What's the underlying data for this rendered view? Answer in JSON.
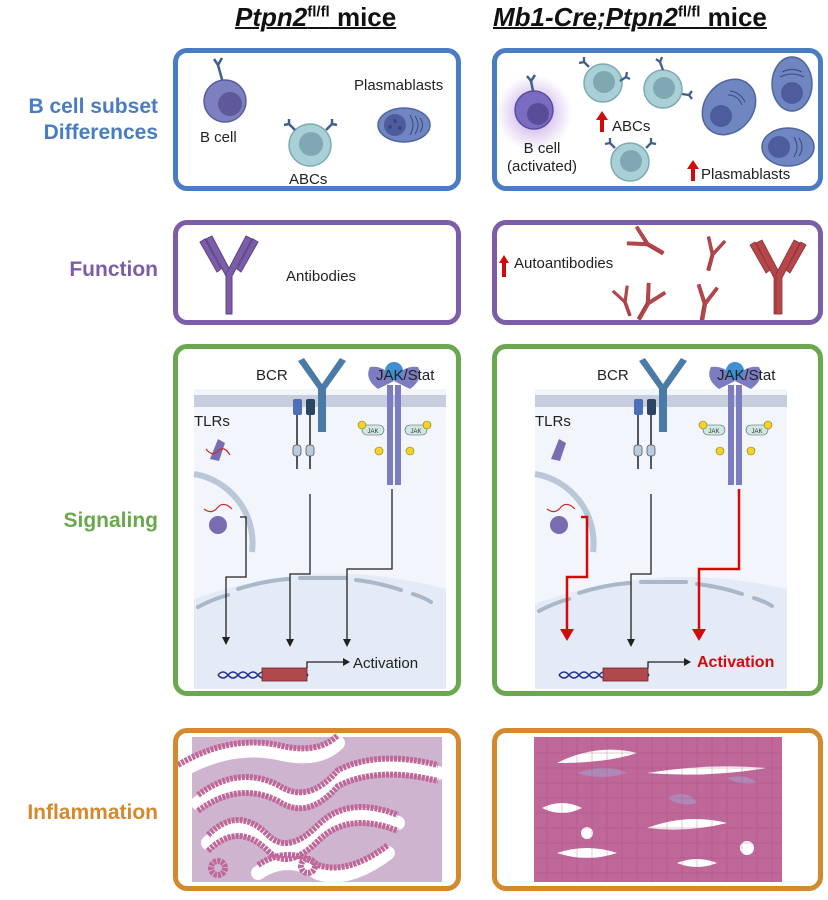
{
  "columns": {
    "left": {
      "gene": "Ptpn2",
      "superscript": "fl/fl",
      "suffix": " mice"
    },
    "right": {
      "gene": "Mb1-Cre;Ptpn2",
      "superscript": "fl/fl",
      "suffix": " mice"
    }
  },
  "rows": {
    "subset": {
      "label_line1": "B cell subset",
      "label_line2": "Differences",
      "color": "#4a7cc4"
    },
    "function": {
      "label": "Function",
      "color": "#7b5ea7"
    },
    "signaling": {
      "label": "Signaling",
      "color": "#6aa84f"
    },
    "inflammation": {
      "label": "Inflammation",
      "color": "#d4892e"
    }
  },
  "subset_left": {
    "b_cell": "B cell",
    "abcs": "ABCs",
    "plasmablasts": "Plasmablasts"
  },
  "subset_right": {
    "b_cell_line1": "B cell",
    "b_cell_line2": "(activated)",
    "abcs": "ABCs",
    "plasmablasts": "Plasmablasts"
  },
  "function_left": {
    "antibodies": "Antibodies"
  },
  "function_right": {
    "autoantibodies": "Autoantibodies"
  },
  "signaling_left": {
    "bcr": "BCR",
    "jak_stat": "JAK/Stat",
    "tlrs": "TLRs",
    "jak": "JAK",
    "p": "P",
    "activation": "Activation"
  },
  "signaling_right": {
    "bcr": "BCR",
    "jak_stat": "JAK/Stat",
    "tlrs": "TLRs",
    "jak": "JAK",
    "p": "P",
    "activation": "Activation"
  },
  "colors": {
    "up_arrow": "#d10a0a",
    "bcell": "#7b78b8",
    "abc": "#a9d0d6",
    "plasmablast": "#6f86c0",
    "antibody_normal": "#7b5ea7",
    "antibody_auto": "#b5474a",
    "tissue_bg": "#cfb4cf",
    "tissue_cells": "#c0679a"
  }
}
